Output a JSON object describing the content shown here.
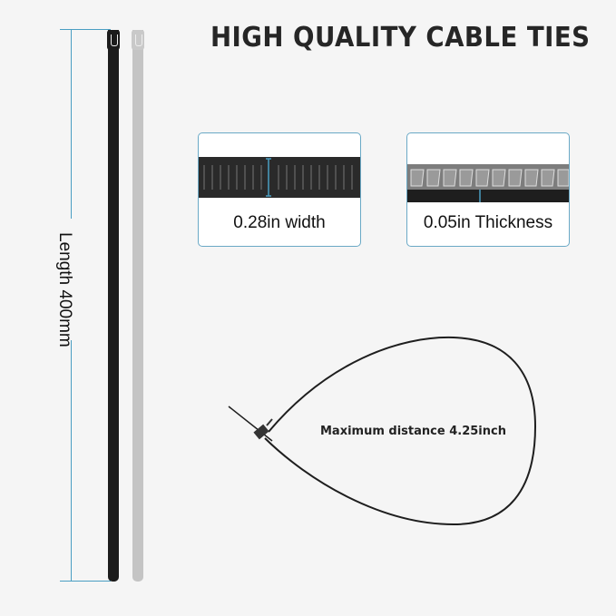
{
  "header": {
    "title": "HIGH QUALITY CABLE TIES"
  },
  "length_dimension": {
    "label": "Length 400mm"
  },
  "cards": [
    {
      "label": "0.28in width"
    },
    {
      "label": "0.05in Thickness"
    }
  ],
  "loop": {
    "label": "Maximum distance 4.25inch"
  },
  "colors": {
    "accent": "#4a9ec2",
    "tie_black": "#1c1c1c",
    "tie_white": "#c4c4c4"
  }
}
